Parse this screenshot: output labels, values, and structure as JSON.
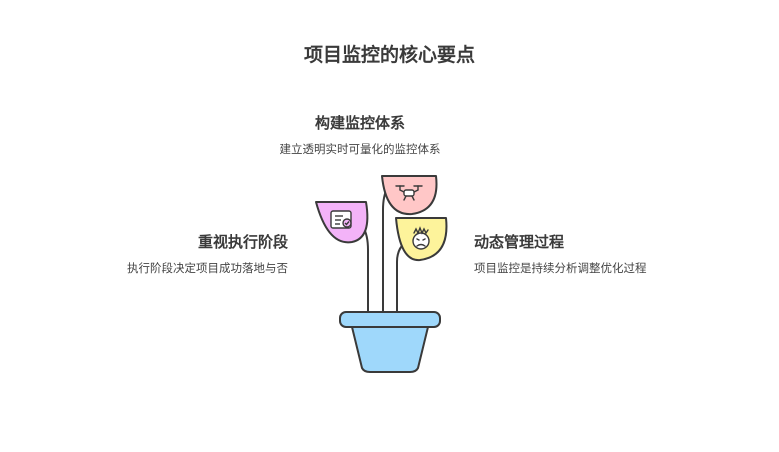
{
  "title": "项目监控的核心要点",
  "top": {
    "heading": "构建监控体系",
    "description": "建立透明实时可量化的监控体系",
    "icon": "drone-icon",
    "leaf_color": "#ffc7c7"
  },
  "left": {
    "heading": "重视执行阶段",
    "description": "执行阶段决定项目成功落地与否",
    "icon": "checklist-icon",
    "leaf_color": "#f3b3f8"
  },
  "right": {
    "heading": "动态管理过程",
    "description": "项目监控是持续分析调整优化过程",
    "icon": "stressed-face-icon",
    "leaf_color": "#fdf39b"
  },
  "pot_color": "#9fd8fb",
  "stroke_color": "#3a3a3a"
}
